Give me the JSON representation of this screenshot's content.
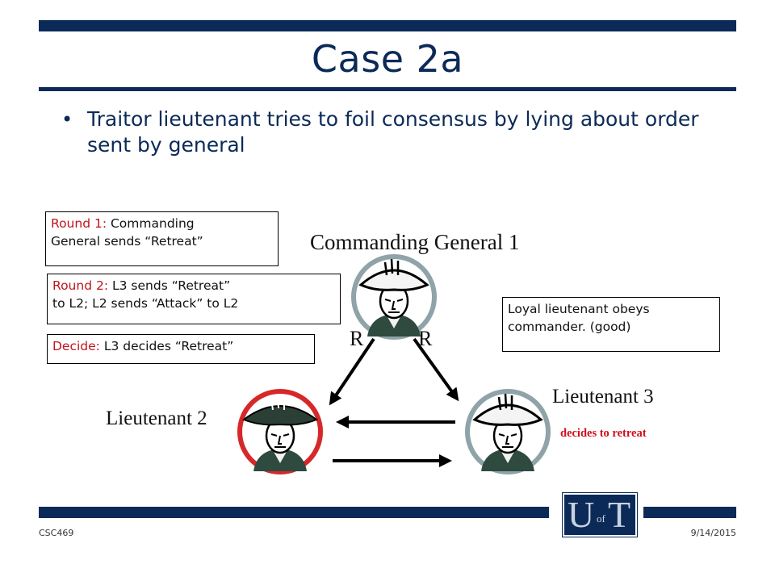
{
  "slide": {
    "title": "Case 2a",
    "bullet_marker": "•",
    "bullet_text": "Traitor lieutenant tries to foil consensus by lying about order sent by general"
  },
  "info_boxes": {
    "round1": {
      "label": "Round 1:",
      "text_line1": " Commanding",
      "text_line2": "General sends “Retreat”"
    },
    "round2": {
      "label": "Round 2:",
      "text_line1": " L3 sends “Retreat”",
      "text_line2": "to L2; L2 sends “Attack” to L2"
    },
    "decide": {
      "label": "Decide:",
      "text": " L3 decides “Retreat”"
    },
    "loyal": {
      "text_line1": "Loyal lieutenant obeys",
      "text_line2": "commander. (good)"
    }
  },
  "diagram": {
    "general_label": "Commanding General 1",
    "lieutenant2_label": "Lieutenant 2",
    "lieutenant3_label": "Lieutenant 3",
    "order_left": "R",
    "order_right": "R",
    "lieutenant3_decision": "decides to retreat",
    "colors": {
      "general_ring": "#8fa3a8",
      "lieutenant2_ring": "#d62828",
      "lieutenant3_ring": "#8fa3a8",
      "coat": "#2f4a3e",
      "hat": "#2b3f36",
      "accent_red": "#d0101c"
    }
  },
  "footer": {
    "course_code": "CSC469",
    "date": "9/14/2015",
    "logo": {
      "u": "U",
      "of": "of",
      "t": "T"
    }
  }
}
